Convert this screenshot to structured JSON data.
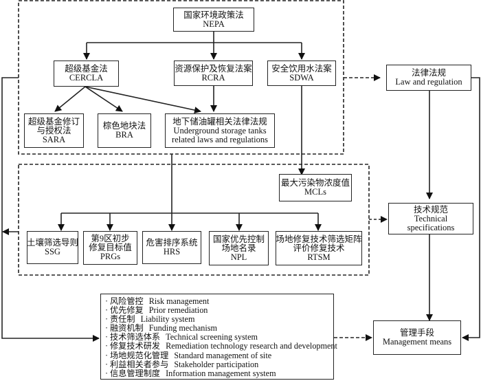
{
  "diagram": {
    "laws_group": {
      "nepa": {
        "zh": "国家环境政策法",
        "en": "NEPA"
      },
      "cercla": {
        "zh": "超级基金法",
        "en": "CERCLA"
      },
      "rcra": {
        "zh": "资源保护及恢复法案",
        "en": "RCRA"
      },
      "sdwa": {
        "zh": "安全饮用水法案",
        "en": "SDWA"
      },
      "sara": {
        "zh1": "超级基金修订",
        "zh2": "与授权法",
        "en": "SARA"
      },
      "bra": {
        "zh": "棕色地块法",
        "en": "BRA"
      },
      "ust": {
        "zh": "地下储油罐相关法律法规",
        "en1": "Underground storage tanks",
        "en2": "related laws and regulations"
      }
    },
    "tech_group": {
      "mcls": {
        "zh": "最大污染物浓度值",
        "en": "MCLs"
      },
      "ssg": {
        "zh": "土壤筛选导则",
        "en": "SSG"
      },
      "prgs": {
        "zh1": "第9区初步",
        "zh2": "修复目标值",
        "en": "PRGs"
      },
      "hrs": {
        "zh": "危害排序系统",
        "en": "HRS"
      },
      "npl": {
        "zh1": "国家优先控制",
        "zh2": "场地名录",
        "en": "NPL"
      },
      "rtsm": {
        "zh1": "场地修复技术筛选矩阵",
        "zh2": "评价修复技术",
        "en": "RTSM"
      }
    },
    "right_column": {
      "law": {
        "zh": "法律法规",
        "en": "Law and regulation"
      },
      "tech": {
        "zh": "技术规范",
        "en1": "Technical",
        "en2": "specifications"
      },
      "mgmt": {
        "zh": "管理手段",
        "en": "Management means"
      }
    },
    "management_list": [
      {
        "zh": "风险管控",
        "en": "Risk management"
      },
      {
        "zh": "优先修复",
        "en": "Prior remediation"
      },
      {
        "zh": "责任制",
        "en": "Liability system"
      },
      {
        "zh": "融资机制",
        "en": "Funding mechanism"
      },
      {
        "zh": "技术筛选体系",
        "en": "Technical screening system"
      },
      {
        "zh": "修复技术研发",
        "en": "Remediation technology research and development"
      },
      {
        "zh": "场地规范化管理",
        "en": "Standard management of site"
      },
      {
        "zh": "利益相关者参与",
        "en": "Stakeholder participation"
      },
      {
        "zh": "信息管理制度",
        "en": "Information management system"
      }
    ],
    "bullet": "·",
    "colors": {
      "line": "#222222",
      "background": "#ffffff"
    }
  }
}
